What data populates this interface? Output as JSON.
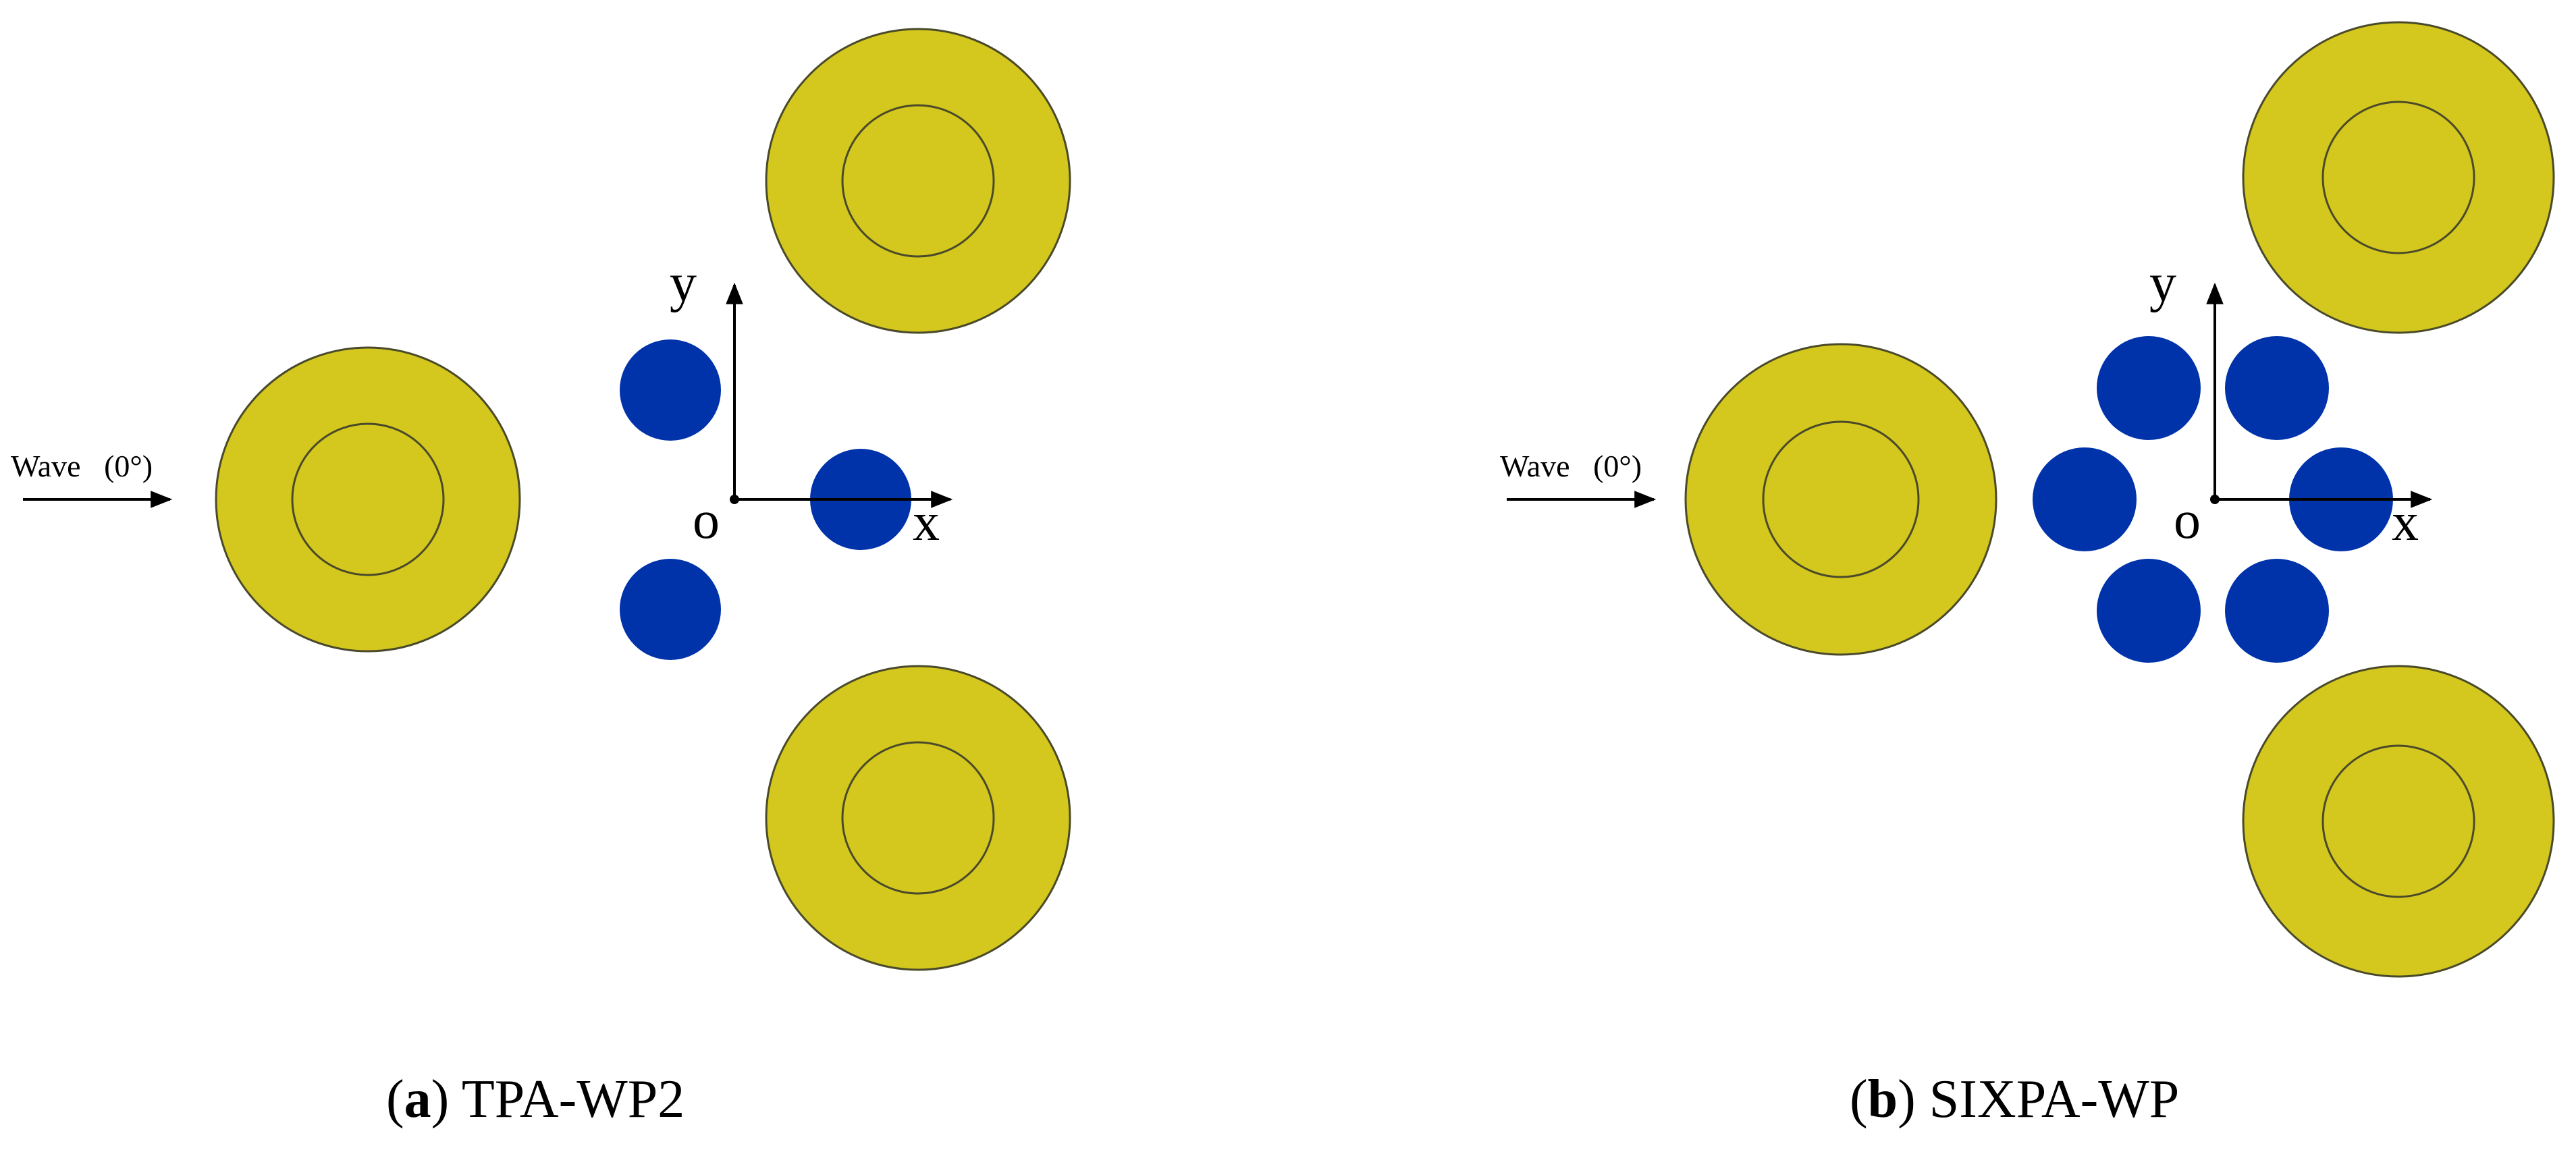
{
  "colors": {
    "column": "#d4c81e",
    "column_outline": "#4a4a2a",
    "pontoon": "#0033aa",
    "axis": "#000000"
  },
  "panels": [
    {
      "id": "a",
      "wave_label": "Wave   (0°)",
      "axis_y_label": "y",
      "axis_x_label": "x",
      "origin_label": "o",
      "caption_letter": "a",
      "caption_text": " TPA-WP2",
      "caption_open": "(",
      "caption_close": ")",
      "pontoon_count": 3,
      "column_count": 3
    },
    {
      "id": "b",
      "wave_label": "Wave   (0°)",
      "axis_y_label": "y",
      "axis_x_label": "x",
      "origin_label": "o",
      "caption_letter": "b",
      "caption_text": " SIXPA-WP",
      "caption_open": "(",
      "caption_close": ")",
      "pontoon_count": 6,
      "column_count": 3
    }
  ]
}
